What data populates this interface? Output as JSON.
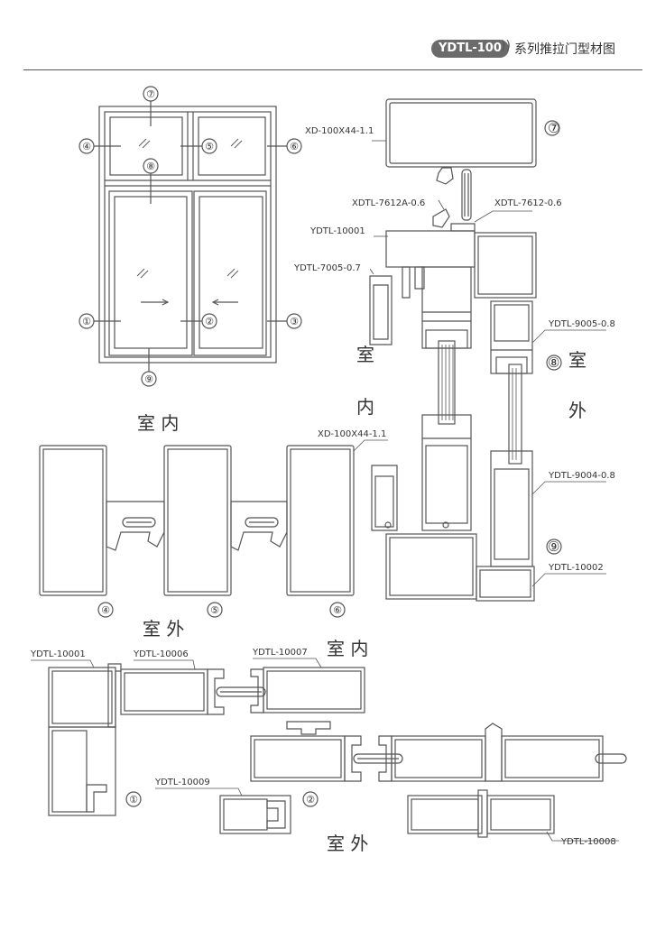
{
  "header": {
    "badge": "YDTL-100",
    "arrows": "))",
    "title": "系列推拉门型材图"
  },
  "elevation": {
    "callouts": [
      "⑦",
      "④",
      "⑤",
      "⑥",
      "⑧",
      "①",
      "②",
      "③",
      "⑨"
    ]
  },
  "section_top": {
    "labels": {
      "frame_7": "XD-100X44-1.1",
      "num_7": "⑦",
      "bead_a": "XDTL-7612A-0.6",
      "bead_b": "XDTL-7612-0.6",
      "transom": "YDTL-10001",
      "glazing": "YDTL-7005-0.7",
      "sash_upper": "YDTL-9005-0.8",
      "num_8": "⑧",
      "sash_lower": "YDTL-9004-0.8",
      "num_9": "⑨",
      "sill": "YDTL-10002"
    },
    "side_in_1": "室",
    "side_in_2": "内",
    "side_out_1": "室",
    "side_out_2": "外"
  },
  "section_mid": {
    "inside": "室 内",
    "outside": "室 外",
    "frame_label": "XD-100X44-1.1",
    "num_4": "④",
    "num_5": "⑤",
    "num_6": "⑥"
  },
  "section_bottom": {
    "inside": "室 内",
    "outside": "室 外",
    "labels": {
      "jamb": "YDTL-10001",
      "interlock": "YDTL-10006",
      "stile": "YDTL-10007",
      "lock_stile": "YDTL-10009",
      "meeting": "YDTL-10008"
    },
    "num_1": "①",
    "num_2": "②"
  }
}
